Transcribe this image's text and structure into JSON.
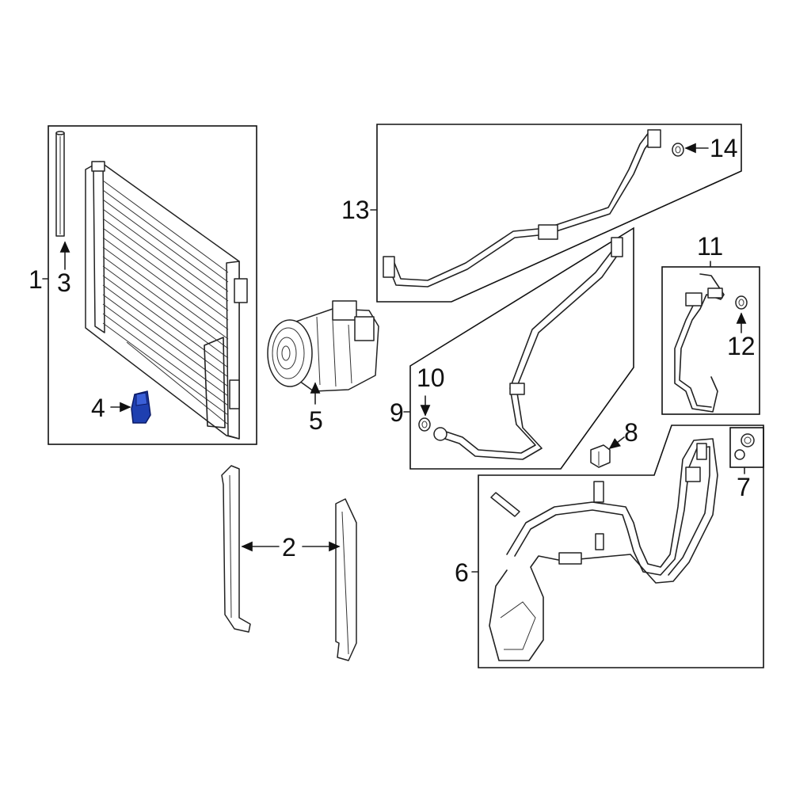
{
  "callouts": {
    "c1": "1",
    "c2": "2",
    "c3": "3",
    "c4": "4",
    "c5": "5",
    "c6": "6",
    "c7": "7",
    "c8": "8",
    "c9": "9",
    "c10": "10",
    "c11": "11",
    "c12": "12",
    "c13": "13",
    "c14": "14"
  },
  "colors": {
    "line": "#222222",
    "highlight": "#1e3fb0",
    "background": "#ffffff"
  }
}
